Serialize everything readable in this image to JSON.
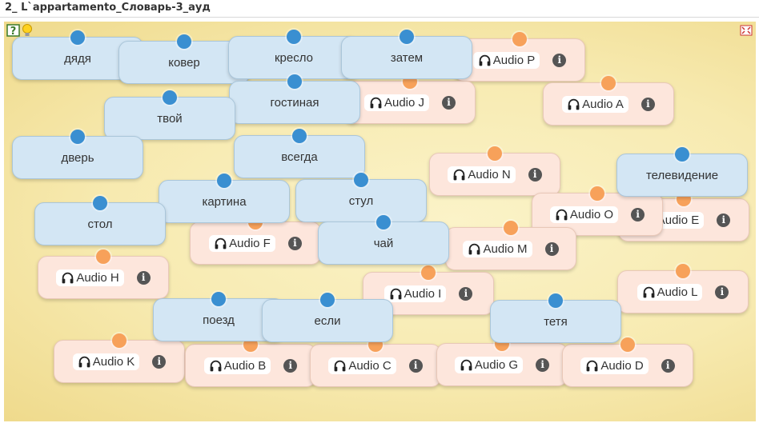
{
  "header": {
    "title": "2_ L`appartamento_Словарь-3_ауд"
  },
  "toolbar": {
    "help_icon": "help-icon",
    "hint_icon": "lightbulb-icon",
    "fullscreen_icon": "fullscreen-icon"
  },
  "words": {
    "w1": "дядя",
    "w2": "ковер",
    "w3": "кресло",
    "w4": "затем",
    "w5": "гостиная",
    "w6": "твой",
    "w7": "дверь",
    "w8": "всегда",
    "w9": "телевидение",
    "w10": "картина",
    "w11": "стул",
    "w12": "стол",
    "w13": "чай",
    "w14": "поезд",
    "w15": "если",
    "w16": "тетя"
  },
  "audios": {
    "a1": "Audio P",
    "a2": "Audio J",
    "a3": "Audio A",
    "a4": "Audio N",
    "a5": "Audio E",
    "a6": "Audio O",
    "a7": "Audio F",
    "a8": "Audio M",
    "a9": "Audio H",
    "a10": "Audio I",
    "a11": "Audio L",
    "a12": "Audio K",
    "a13": "Audio B",
    "a14": "Audio C",
    "a15": "Audio G",
    "a16": "Audio D"
  },
  "colors": {
    "word_card": "#d3e6f4",
    "word_dot": "#3a8fd1",
    "audio_card": "#fde6dc",
    "audio_dot": "#f7a15a"
  }
}
